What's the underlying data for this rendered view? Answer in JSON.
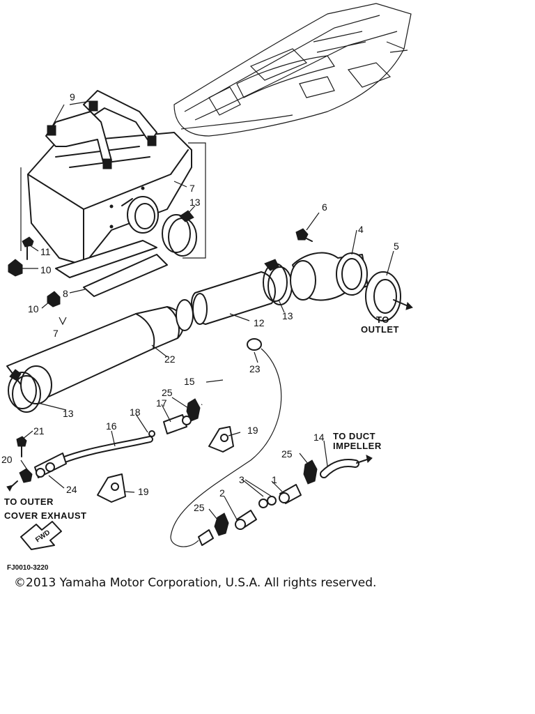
{
  "diagram": {
    "callouts": {
      "c1": "1",
      "c2": "2",
      "c3": "3",
      "c4": "4",
      "c5": "5",
      "c6": "6",
      "c7a": "7",
      "c7b": "7",
      "c8": "8",
      "c9": "9",
      "c10a": "10",
      "c10b": "10",
      "c11": "11",
      "c12": "12",
      "c13a": "13",
      "c13b": "13",
      "c13c": "13",
      "c14": "14",
      "c15": "15",
      "c16": "16",
      "c17": "17",
      "c18": "18",
      "c19a": "19",
      "c19b": "19",
      "c20": "20",
      "c21": "21",
      "c22": "22",
      "c23": "23",
      "c24": "24",
      "c25a": "25",
      "c25b": "25",
      "c25c": "25"
    },
    "labels": {
      "to_outlet_1": "TO",
      "to_outlet_2": "OUTLET",
      "to_duct_1": "TO DUCT",
      "to_duct_2": "IMPELLER",
      "to_outer_1": "TO OUTER",
      "to_outer_2": "COVER EXHAUST",
      "fwd": "FWD"
    },
    "figure_code": "FJ0010-3220"
  },
  "footer": {
    "copyright": "©2013 Yamaha Motor Corporation, U.S.A. All rights reserved."
  }
}
